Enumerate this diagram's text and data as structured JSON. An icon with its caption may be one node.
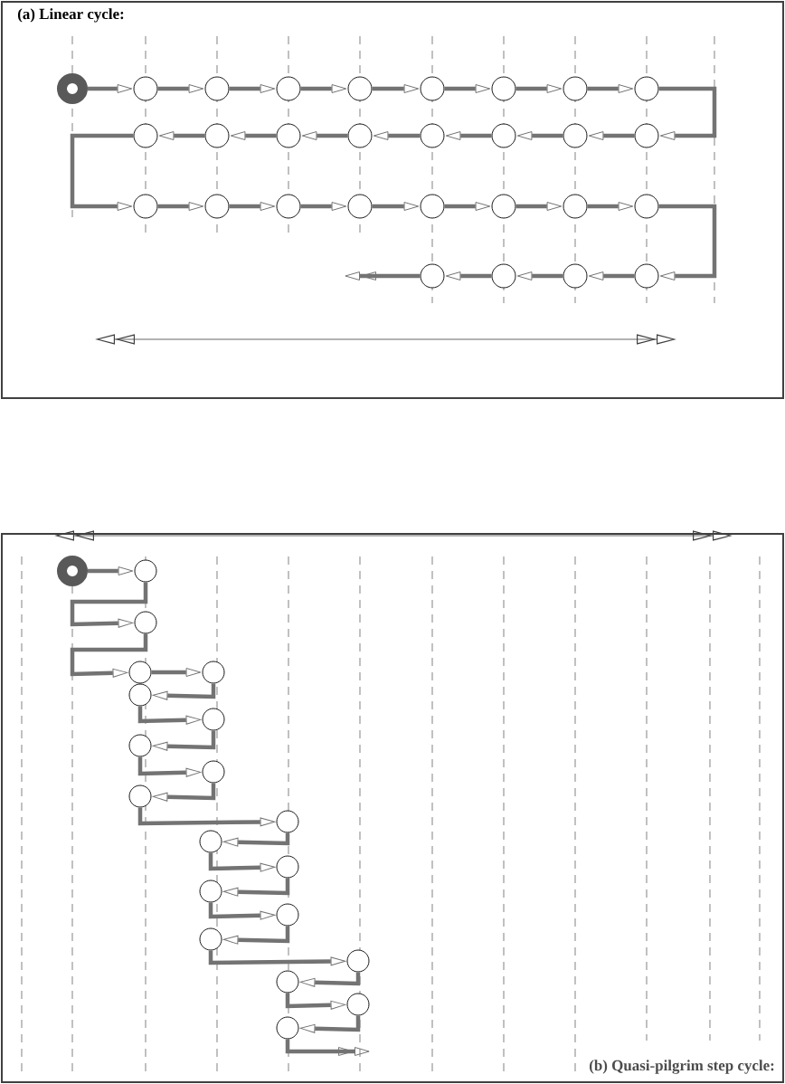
{
  "diagram": {
    "nodes": [
      {
        "text": [
          "(a) Linear cycle:"
        ]
      },
      {
        "text": [],
        "shape": "ring",
        "in": 0
      },
      {
        "text": [],
        "shape": "circle",
        "in": 0
      },
      {
        "text": [],
        "shape": "circle",
        "in": 0
      },
      {
        "text": [],
        "shape": "circle",
        "in": 0
      },
      {
        "text": [],
        "shape": "circle",
        "in": 0
      },
      {
        "text": [],
        "shape": "circle",
        "in": 0
      },
      {
        "text": [],
        "shape": "circle",
        "in": 0
      },
      {
        "text": [],
        "shape": "circle",
        "in": 0
      },
      {
        "text": [],
        "shape": "circle",
        "in": 0
      },
      {
        "text": [],
        "shape": "circle",
        "in": 0
      },
      {
        "text": [],
        "shape": "circle",
        "in": 0
      },
      {
        "text": [],
        "shape": "circle",
        "in": 0
      },
      {
        "text": [],
        "shape": "circle",
        "in": 0
      },
      {
        "text": [],
        "shape": "circle",
        "in": 0
      },
      {
        "text": [],
        "shape": "circle",
        "in": 0
      },
      {
        "text": [],
        "shape": "circle",
        "in": 0
      },
      {
        "text": [],
        "shape": "circle",
        "in": 0
      },
      {
        "text": [],
        "shape": "circle",
        "in": 0
      },
      {
        "text": [],
        "shape": "circle",
        "in": 0
      },
      {
        "text": [],
        "shape": "circle",
        "in": 0
      },
      {
        "text": [],
        "shape": "circle",
        "in": 0
      },
      {
        "text": [],
        "shape": "circle",
        "in": 0
      },
      {
        "text": [],
        "shape": "circle",
        "in": 0
      },
      {
        "text": [],
        "shape": "circle",
        "in": 0
      },
      {
        "text": [],
        "shape": "circle",
        "in": 0
      },
      {
        "text": [],
        "shape": "circle",
        "in": 0
      },
      {
        "text": [],
        "shape": "circle",
        "in": 0
      },
      {
        "text": [],
        "shape": "circle",
        "in": 0
      },
      {
        "text": [],
        "shape": "circle",
        "in": 0
      },
      {
        "text": [
          "(b) Quasi-pilgrim step cycle:"
        ]
      },
      {
        "text": [],
        "shape": "ring",
        "in": 30
      },
      {
        "text": [],
        "shape": "circle",
        "in": 30
      },
      {
        "text": [],
        "shape": "circle",
        "in": 30
      },
      {
        "text": [],
        "shape": "circle",
        "in": 30
      },
      {
        "text": [],
        "shape": "circle",
        "in": 30
      },
      {
        "text": [],
        "shape": "circle",
        "in": 30
      },
      {
        "text": [],
        "shape": "circle",
        "in": 30
      },
      {
        "text": [],
        "shape": "circle",
        "in": 30
      },
      {
        "text": [],
        "shape": "circle",
        "in": 30
      },
      {
        "text": [],
        "shape": "circle",
        "in": 30
      },
      {
        "text": [],
        "shape": "circle",
        "in": 30
      },
      {
        "text": [],
        "shape": "circle",
        "in": 30
      },
      {
        "text": [],
        "shape": "circle",
        "in": 30
      },
      {
        "text": [],
        "shape": "circle",
        "in": 30
      },
      {
        "text": [],
        "shape": "circle",
        "in": 30
      },
      {
        "text": [],
        "shape": "circle",
        "in": 30
      },
      {
        "text": [],
        "shape": "circle",
        "in": 30
      },
      {
        "text": [],
        "shape": "circle",
        "in": 30
      },
      {
        "text": [],
        "shape": "circle",
        "in": 30
      },
      {
        "text": [],
        "shape": "circle",
        "in": 30
      }
    ],
    "edges": [
      {
        "from": 1,
        "to": 2,
        "arrow": "to"
      },
      {
        "from": 2,
        "to": 3,
        "arrow": "to"
      },
      {
        "from": 3,
        "to": 4,
        "arrow": "to"
      },
      {
        "from": 4,
        "to": 5,
        "arrow": "to"
      },
      {
        "from": 5,
        "to": 6,
        "arrow": "to"
      },
      {
        "from": 6,
        "to": 7,
        "arrow": "to"
      },
      {
        "from": 7,
        "to": 8,
        "arrow": "to"
      },
      {
        "from": 8,
        "to": 9,
        "arrow": "to"
      },
      {
        "from": 9,
        "to": 17,
        "arrow": "to"
      },
      {
        "from": 17,
        "to": 16,
        "arrow": "to"
      },
      {
        "from": 16,
        "to": 15,
        "arrow": "to"
      },
      {
        "from": 15,
        "to": 14,
        "arrow": "to"
      },
      {
        "from": 14,
        "to": 13,
        "arrow": "to"
      },
      {
        "from": 13,
        "to": 12,
        "arrow": "to"
      },
      {
        "from": 12,
        "to": 11,
        "arrow": "to"
      },
      {
        "from": 11,
        "to": 10,
        "arrow": "to"
      },
      {
        "from": 10,
        "to": 18,
        "arrow": "to"
      },
      {
        "from": 18,
        "to": 19,
        "arrow": "to"
      },
      {
        "from": 19,
        "to": 20,
        "arrow": "to"
      },
      {
        "from": 20,
        "to": 21,
        "arrow": "to"
      },
      {
        "from": 21,
        "to": 22,
        "arrow": "to"
      },
      {
        "from": 22,
        "to": 23,
        "arrow": "to"
      },
      {
        "from": 23,
        "to": 24,
        "arrow": "to"
      },
      {
        "from": 24,
        "to": 25,
        "arrow": "to"
      },
      {
        "from": 25,
        "to": 29,
        "arrow": "to"
      },
      {
        "from": 29,
        "to": 28,
        "arrow": "to"
      },
      {
        "from": 28,
        "to": 27,
        "arrow": "to"
      },
      {
        "from": 27,
        "to": 26,
        "arrow": "to"
      },
      {
        "from": 26,
        "to": null,
        "arrow": "to"
      },
      {
        "from": 31,
        "to": 32,
        "arrow": "to"
      },
      {
        "from": 32,
        "to": 33,
        "arrow": "to"
      },
      {
        "from": 33,
        "to": 34,
        "arrow": "to"
      },
      {
        "from": 34,
        "to": 35,
        "arrow": "to"
      },
      {
        "from": 35,
        "to": 36,
        "arrow": "to"
      },
      {
        "from": 36,
        "to": 37,
        "arrow": "to"
      },
      {
        "from": 37,
        "to": 38,
        "arrow": "to"
      },
      {
        "from": 38,
        "to": 39,
        "arrow": "to"
      },
      {
        "from": 39,
        "to": 40,
        "arrow": "to"
      },
      {
        "from": 40,
        "to": 41,
        "arrow": "to"
      },
      {
        "from": 41,
        "to": 42,
        "arrow": "to"
      },
      {
        "from": 42,
        "to": 43,
        "arrow": "to"
      },
      {
        "from": 43,
        "to": 44,
        "arrow": "to"
      },
      {
        "from": 44,
        "to": 45,
        "arrow": "to"
      },
      {
        "from": 45,
        "to": 46,
        "arrow": "to"
      },
      {
        "from": 46,
        "to": 47,
        "arrow": "to"
      },
      {
        "from": 47,
        "to": 48,
        "arrow": "to"
      },
      {
        "from": 48,
        "to": 49,
        "arrow": "to"
      },
      {
        "from": 49,
        "to": 50,
        "arrow": "to"
      },
      {
        "from": 50,
        "to": null,
        "arrow": "to"
      }
    ]
  }
}
